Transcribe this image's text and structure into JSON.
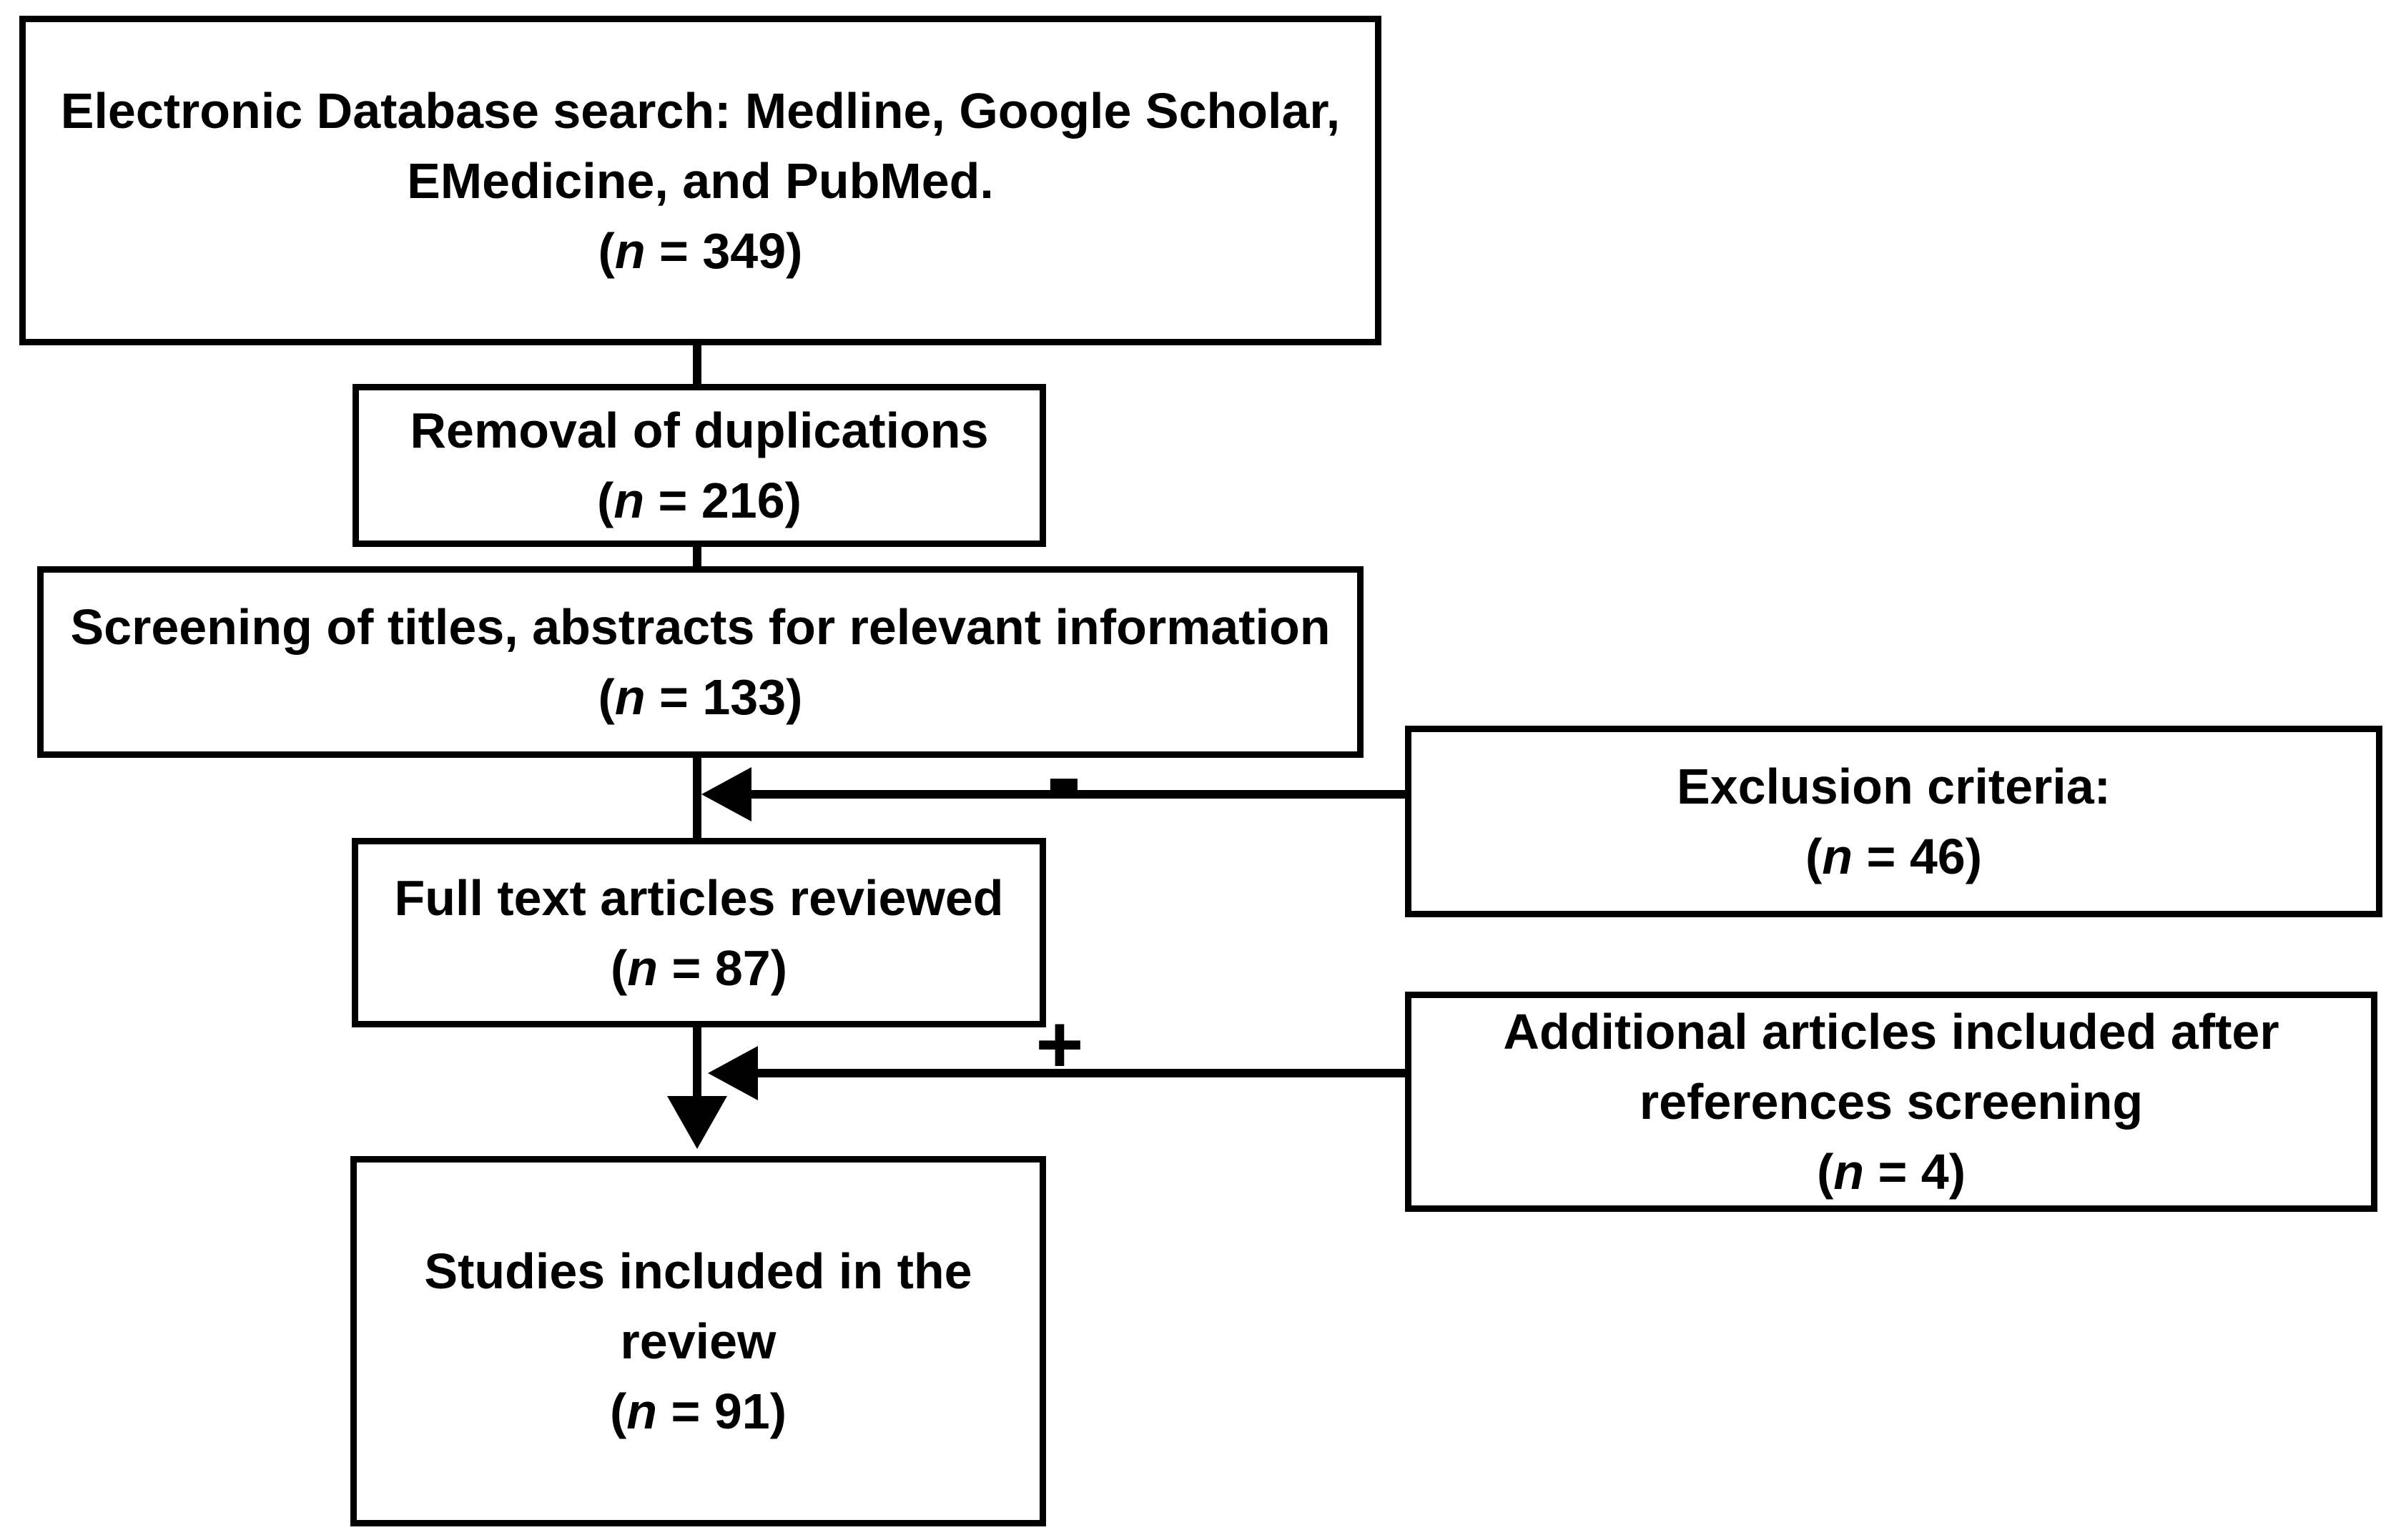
{
  "colors": {
    "background": "#ffffff",
    "line": "#000000",
    "text": "#000000"
  },
  "boxes": {
    "search": {
      "label": "Electronic Database search: Medline, Google Scholar, EMedicine, and PubMed.",
      "n_open": "(",
      "n_var": "n",
      "n_rest": " = 349)"
    },
    "dedup": {
      "label": "Removal of duplications",
      "n_open": "(",
      "n_var": "n",
      "n_rest": " = 216)"
    },
    "screening": {
      "label": "Screening of titles, abstracts for relevant information",
      "n_open": "(",
      "n_var": "n",
      "n_rest": " = 133)"
    },
    "fulltext": {
      "label": "Full text articles reviewed",
      "n_open": "(",
      "n_var": "n",
      "n_rest": " = 87)"
    },
    "included": {
      "label": "Studies included in the review",
      "n_open": "(",
      "n_var": "n",
      "n_rest": " = 91)"
    },
    "exclusion": {
      "label": "Exclusion criteria:",
      "n_open": "(",
      "n_var": "n",
      "n_rest": " = 46)"
    },
    "additional": {
      "label": "Additional articles included after references screening",
      "n_open": "(",
      "n_var": "n",
      "n_rest": " = 4)"
    }
  },
  "operators": {
    "minus": "-",
    "plus": "+"
  }
}
